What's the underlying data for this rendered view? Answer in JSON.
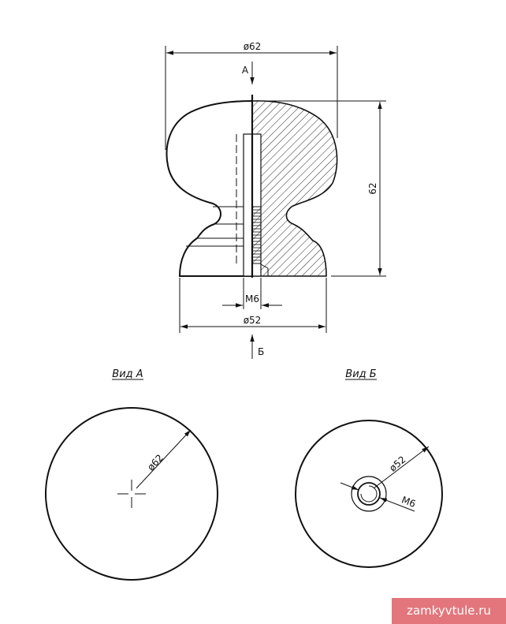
{
  "drawing": {
    "top_diameter": "ø62",
    "height": "62",
    "thread": "M6",
    "base_diameter": "ø52",
    "arrow_a": "А",
    "arrow_b": "Б"
  },
  "view_a": {
    "title": "Вид А",
    "diameter": "ø62"
  },
  "view_b": {
    "title": "Вид Б",
    "diameter": "ø52",
    "thread": "M6"
  },
  "watermark": {
    "text": "zamkyvtule.ru"
  }
}
